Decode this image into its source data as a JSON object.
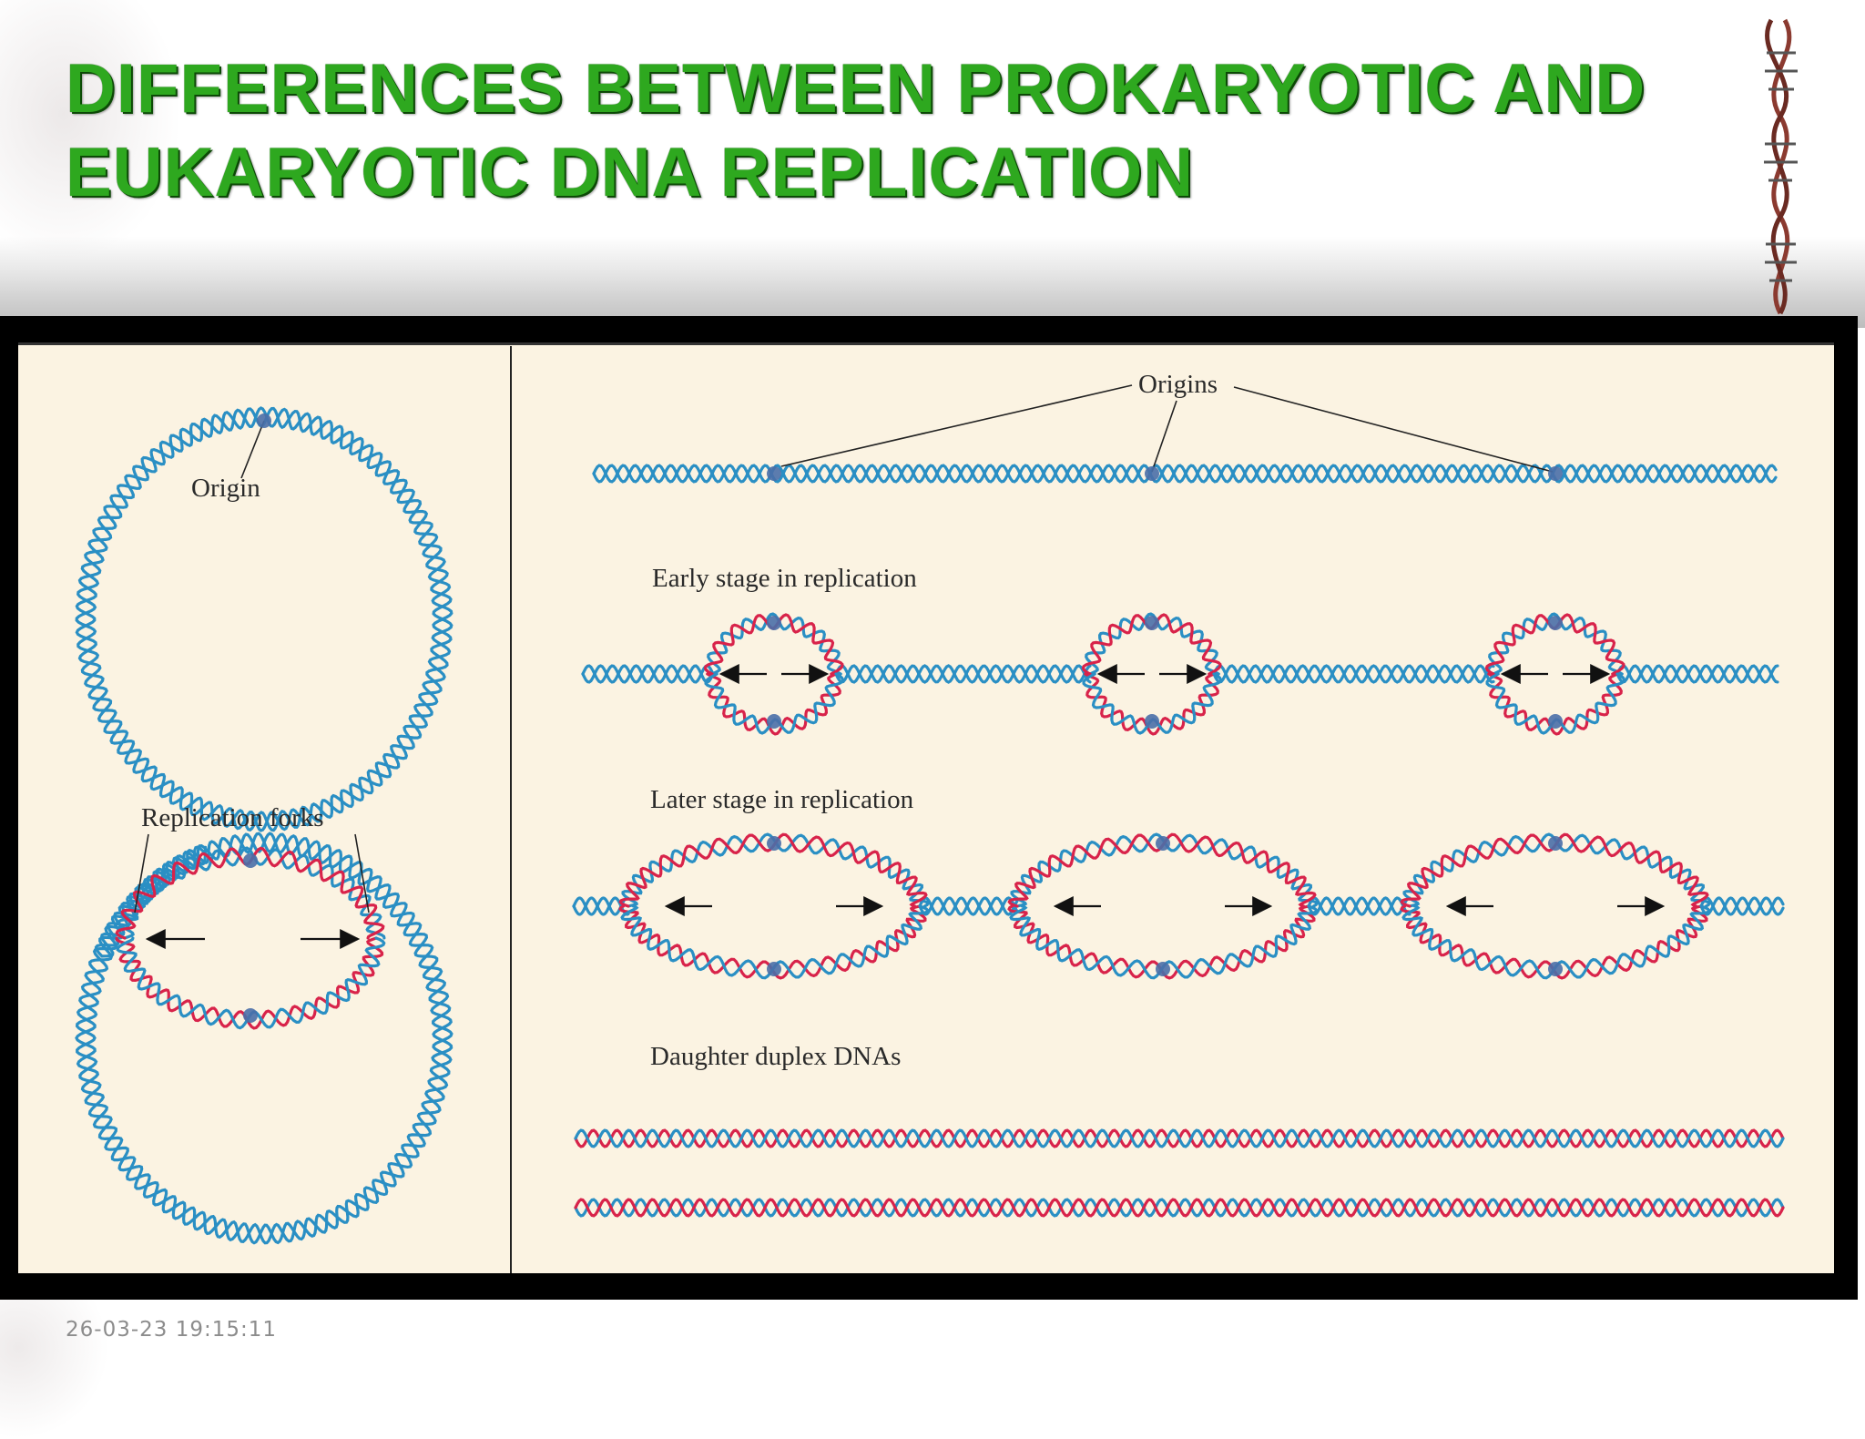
{
  "slide": {
    "title": "DIFFERENCES BETWEEN PROKARYOTIC AND EUKARYOTIC DNA REPLICATION",
    "timestamp": "26-03-23 19:15:11"
  },
  "figure": {
    "prokaryote": {
      "origin_label": "Origin",
      "forks_label": "Replication forks"
    },
    "eukaryote": {
      "origins_label": "Origins",
      "early_label": "Early stage in replication",
      "later_label": "Later stage in replication",
      "daughter_label": "Daughter duplex DNAs"
    }
  },
  "colors": {
    "title_green": "#2ea81f",
    "parental_strand": "#2a8fc4",
    "new_strand": "#d8234a",
    "origin_marker": "#4a6fa8",
    "panel_bg": "#fbf3e2"
  }
}
